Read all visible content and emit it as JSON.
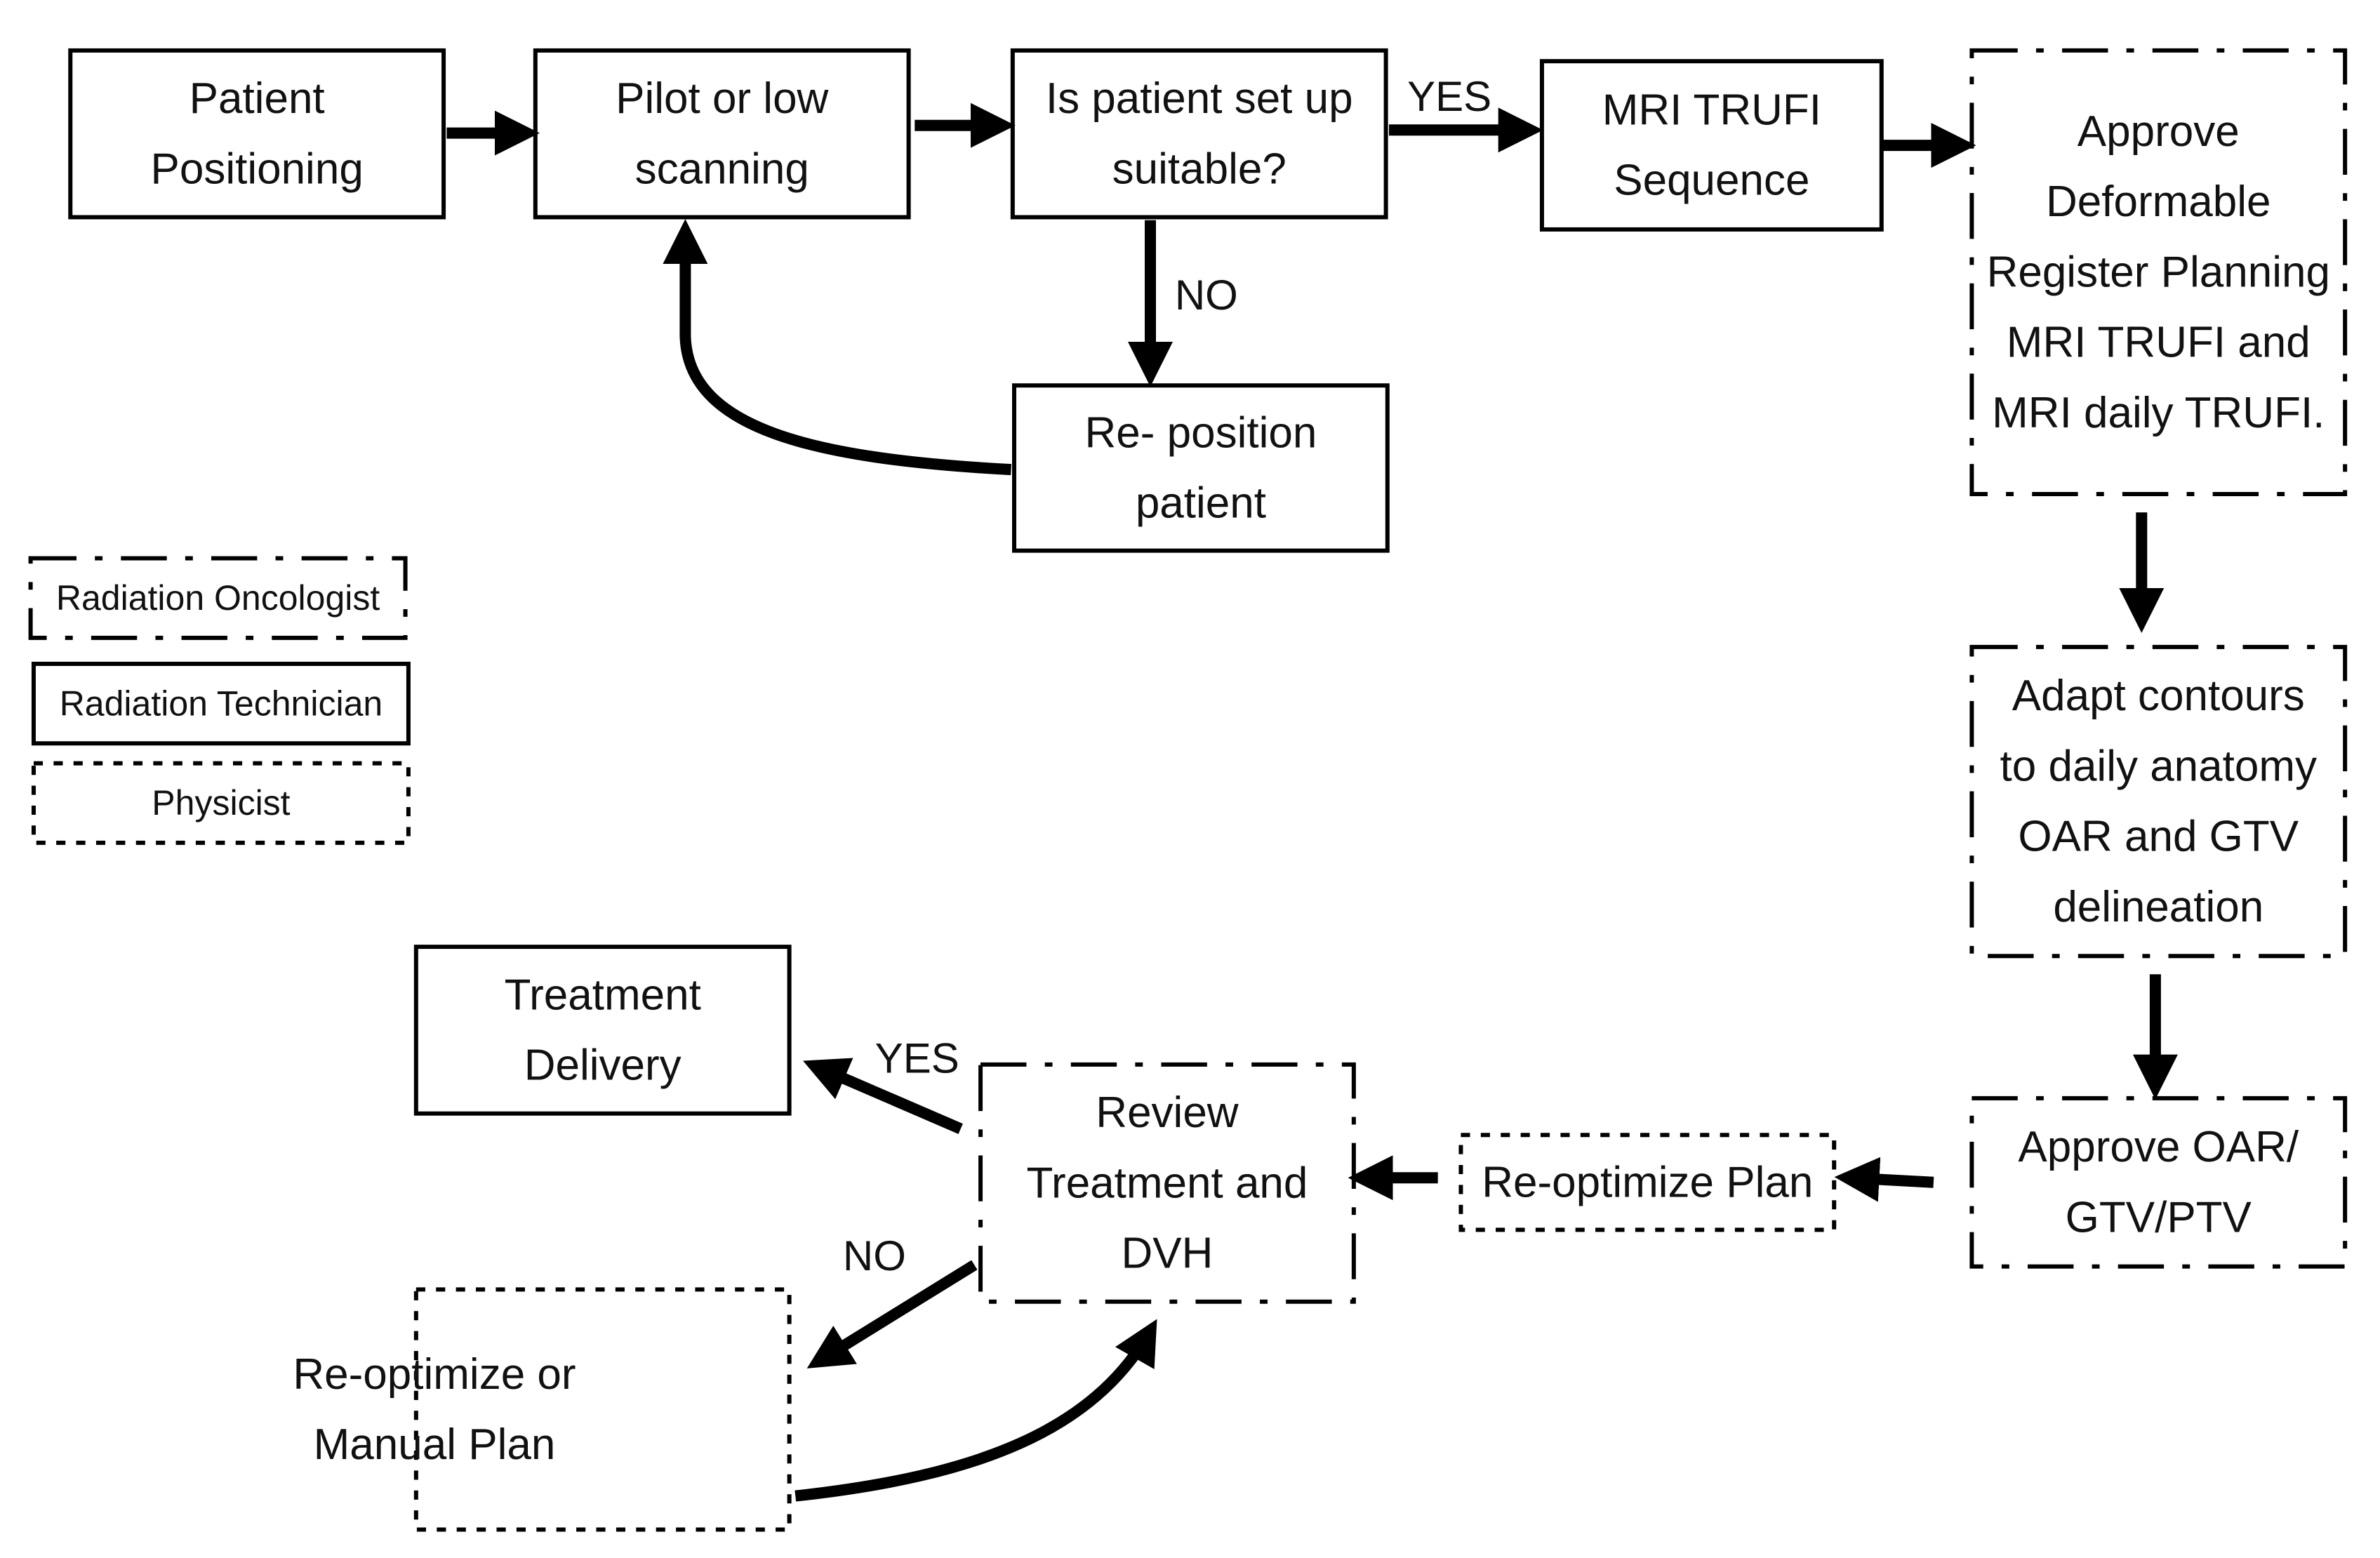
{
  "nodes": {
    "patient_positioning": {
      "lines": [
        "Patient",
        "Positioning"
      ],
      "role": "technician"
    },
    "pilot_scanning": {
      "lines": [
        "Pilot or low",
        "scanning"
      ],
      "role": "technician"
    },
    "setup_suitable": {
      "lines": [
        "Is patient set up",
        "suitable?"
      ],
      "role": "technician"
    },
    "mri_trufi": {
      "lines": [
        "MRI TRUFI",
        "Sequence"
      ],
      "role": "technician"
    },
    "approve_deformable": {
      "lines": [
        "Approve",
        "Deformable",
        "Register Planning",
        "MRI TRUFI and",
        "MRI daily TRUFI."
      ],
      "role": "oncologist"
    },
    "reposition": {
      "lines": [
        "Re- position",
        "patient"
      ],
      "role": "technician"
    },
    "adapt_contours": {
      "lines": [
        "Adapt contours",
        "to daily anatomy",
        "OAR and GTV",
        "delineation"
      ],
      "role": "oncologist"
    },
    "approve_oar": {
      "lines": [
        "Approve OAR/",
        "GTV/PTV"
      ],
      "role": "oncologist"
    },
    "reoptimize_plan": {
      "lines": [
        "Re-optimize Plan"
      ],
      "role": "physicist"
    },
    "review_treatment": {
      "lines": [
        "Review",
        "Treatment and",
        "DVH"
      ],
      "role": "oncologist"
    },
    "treatment_delivery": {
      "lines": [
        "Treatment",
        "Delivery"
      ],
      "role": "technician"
    },
    "reoptimize_manual": {
      "lines": [
        "Re-optimize or",
        "Manual  Plan"
      ],
      "role": "physicist"
    }
  },
  "edges": [
    {
      "from": "patient_positioning",
      "to": "pilot_scanning",
      "label": ""
    },
    {
      "from": "pilot_scanning",
      "to": "setup_suitable",
      "label": ""
    },
    {
      "from": "setup_suitable",
      "to": "mri_trufi",
      "label": "YES"
    },
    {
      "from": "mri_trufi",
      "to": "approve_deformable",
      "label": ""
    },
    {
      "from": "setup_suitable",
      "to": "reposition",
      "label": "NO"
    },
    {
      "from": "reposition",
      "to": "pilot_scanning",
      "label": ""
    },
    {
      "from": "approve_deformable",
      "to": "adapt_contours",
      "label": ""
    },
    {
      "from": "adapt_contours",
      "to": "approve_oar",
      "label": ""
    },
    {
      "from": "approve_oar",
      "to": "reoptimize_plan",
      "label": ""
    },
    {
      "from": "reoptimize_plan",
      "to": "review_treatment",
      "label": ""
    },
    {
      "from": "review_treatment",
      "to": "treatment_delivery",
      "label": "YES"
    },
    {
      "from": "review_treatment",
      "to": "reoptimize_manual",
      "label": "NO"
    },
    {
      "from": "reoptimize_manual",
      "to": "review_treatment",
      "label": ""
    }
  ],
  "legend": {
    "oncologist": "Radiation Oncologist",
    "technician": "Radiation Technician",
    "physicist": "Physicist"
  },
  "styles": {
    "line_color": "#000000",
    "text_color": "#111111",
    "background": "#ffffff"
  }
}
